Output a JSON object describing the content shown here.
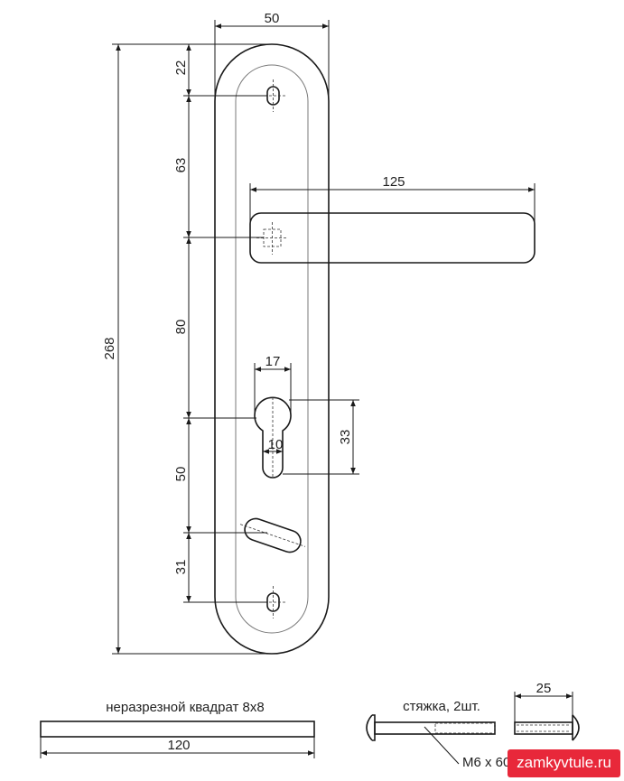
{
  "dimensions": {
    "plate_width": "50",
    "lever_length": "125",
    "total_height": "268",
    "top_to_hole": "22",
    "hole_to_spindle": "63",
    "spindle_to_cylinder": "80",
    "cylinder_to_turn": "50",
    "turn_to_hole": "31",
    "cylinder_width": "17",
    "cylinder_slot": "10",
    "cylinder_height": "33",
    "spindle_length": "120",
    "bolt_length": "25"
  },
  "captions": {
    "spindle": "неразрезной квадрат 8х8",
    "bolts": "стяжка, 2шт.",
    "bolt_spec": "М6 х 60"
  },
  "watermark": "zamkyvtule.ru"
}
